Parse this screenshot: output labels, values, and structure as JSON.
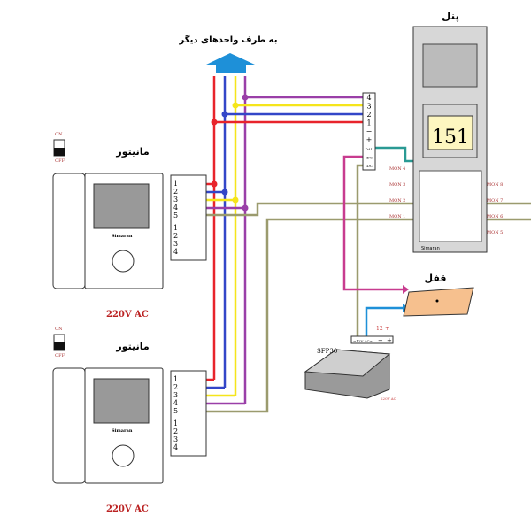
{
  "labels": {
    "to_other_units": "به طرف واحدهای دیگر",
    "panel": "پنل",
    "monitor": "مانیتور",
    "lock": "قفل",
    "power_ac": "220V AC",
    "switch_on": "ON",
    "switch_off": "OFF",
    "brand": "Simaran",
    "display_number": "151",
    "power_supply_model": "SFP30",
    "psu_terminal_ac": "~12V AC~",
    "psu_12": "12",
    "psu_plus": "+",
    "psu_minus": "−",
    "psu_ac_in": "220V AC"
  },
  "monitor_terminal_top": [
    "1",
    "2",
    "3",
    "4",
    "5"
  ],
  "monitor_terminal_bottom": [
    "1",
    "2",
    "3",
    "4"
  ],
  "panel_terminal": [
    "4",
    "3",
    "2",
    "1",
    "−",
    "+",
    "DAL",
    "IDC",
    "IDC"
  ],
  "panel_mon_left": [
    "MON 4",
    "MON 3",
    "MON 2",
    "MON 1"
  ],
  "panel_mon_right": [
    "MON 8",
    "MON 7",
    "MON 6",
    "MON 5"
  ],
  "wire_colors": {
    "red": "#e8242b",
    "blue": "#3346c8",
    "yellow": "#f5e51b",
    "purple": "#9a3fa8",
    "olive": "#9b9b6e",
    "teal": "#2a9a94",
    "pink": "#c83c8f",
    "arrow": "#1e90d8"
  }
}
